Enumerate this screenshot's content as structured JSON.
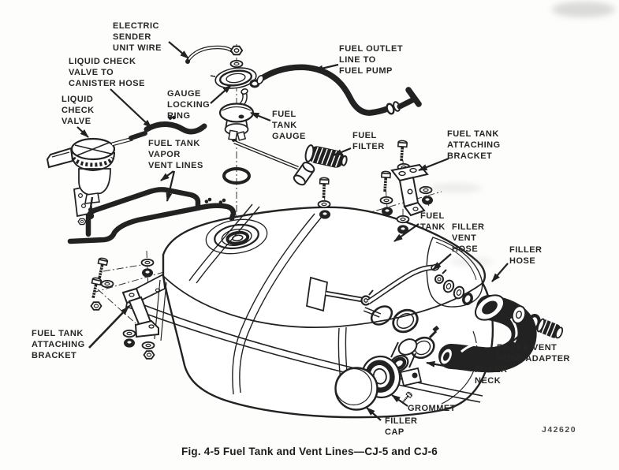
{
  "figure": {
    "caption": "Fig. 4-5  Fuel Tank and Vent Lines—CJ-5 and CJ-6",
    "drawing_number": "J42620"
  },
  "labels": {
    "electric_sender_unit_wire": "ELECTRIC\nSENDER\nUNIT WIRE",
    "liquid_check_valve_to_canister_hose": "LIQUID CHECK\nVALVE TO\nCANISTER HOSE",
    "liquid_check_valve": "LIQUID\nCHECK\nVALVE",
    "gauge_locking_ring": "GAUGE\nLOCKING\nRING",
    "fuel_tank_gauge": "FUEL\nTANK\nGAUGE",
    "fuel_tank_vapor_vent_lines": "FUEL TANK\nVAPOR\nVENT LINES",
    "fuel_outlet_line_to_fuel_pump": "FUEL OUTLET\nLINE TO\nFUEL PUMP",
    "fuel_filter": "FUEL\nFILTER",
    "fuel_tank_attaching_bracket_right": "FUEL TANK\nATTACHING\nBRACKET",
    "fuel_tank": "FUEL\nTANK",
    "filler_vent_hose": "FILLER\nVENT\nHOSE",
    "filler_hose": "FILLER\nHOSE",
    "filler_vent_hose_adapter": "FILLER VENT\nHOSE ADAPTER",
    "filler_neck": "FILLER\nNECK",
    "grommet": "GROMMET",
    "filler_cap": "FILLER\nCAP",
    "fuel_tank_attaching_bracket_left": "FUEL TANK\nATTACHING\nBRACKET"
  },
  "colors": {
    "ink": "#222222",
    "paper": "#fdfdfc"
  }
}
